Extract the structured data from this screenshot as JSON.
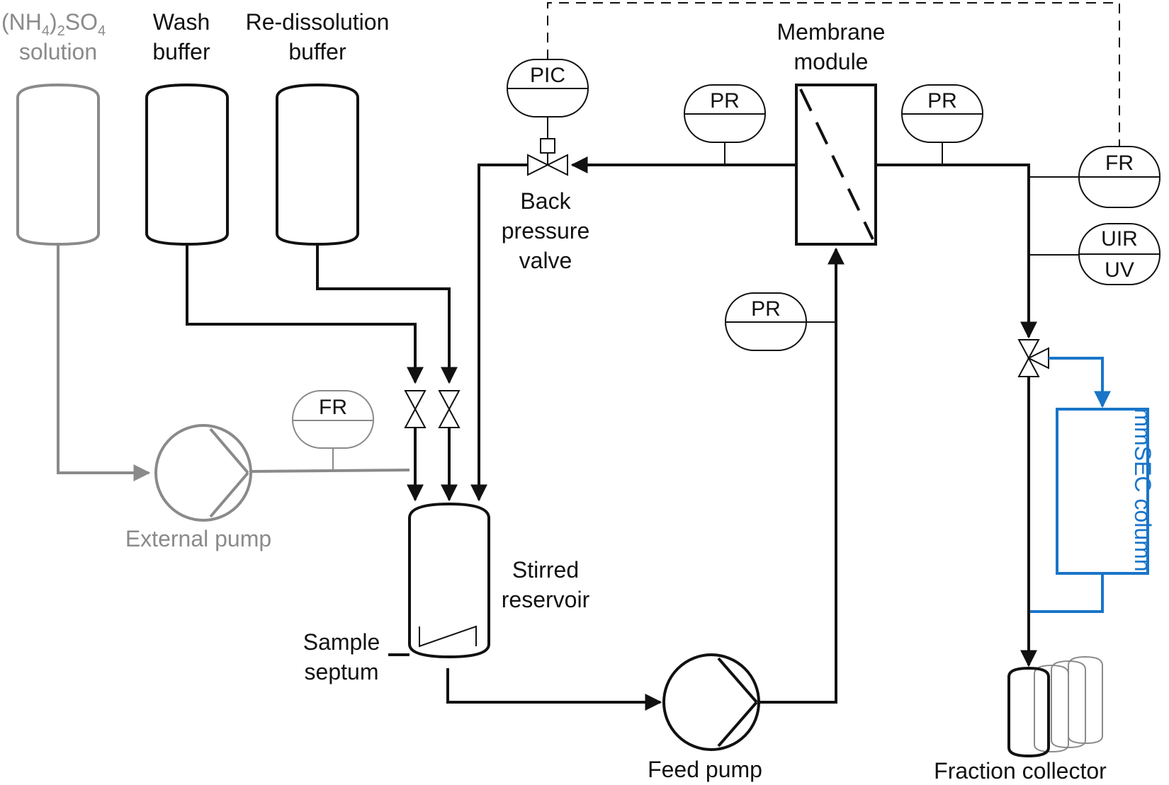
{
  "tanks": {
    "ammonium_sulfate": {
      "label_main": "(NH",
      "label_sub1": "4",
      "label_mid": ")",
      "label_sub2": "2",
      "label_so": "SO",
      "label_sub3": "4",
      "label_line2": "solution"
    },
    "wash_buffer": {
      "line1": "Wash",
      "line2": "buffer"
    },
    "redissolution_buffer": {
      "line1": "Re-dissolution",
      "line2": "buffer"
    }
  },
  "instruments": {
    "pic": "PIC",
    "pr_left": "PR",
    "pr_right": "PR",
    "pr_feed": "PR",
    "fr_right": "FR",
    "fr_left": "FR",
    "uir": "UIR",
    "uv": "UV"
  },
  "labels": {
    "membrane_module_1": "Membrane",
    "membrane_module_2": "module",
    "back_pressure_1": "Back",
    "back_pressure_2": "pressure",
    "back_pressure_3": "valve",
    "stirred_1": "Stirred",
    "stirred_2": "reservoir",
    "sample_1": "Sample",
    "sample_2": "septum",
    "external_pump": "External pump",
    "feed_pump": "Feed pump",
    "fraction_collector": "Fraction collector",
    "mmsec_column": "mmSEC column"
  },
  "colors": {
    "process_line": "#111111",
    "inactive_line": "#8a8a8a",
    "sec_line": "#1a75c8"
  }
}
